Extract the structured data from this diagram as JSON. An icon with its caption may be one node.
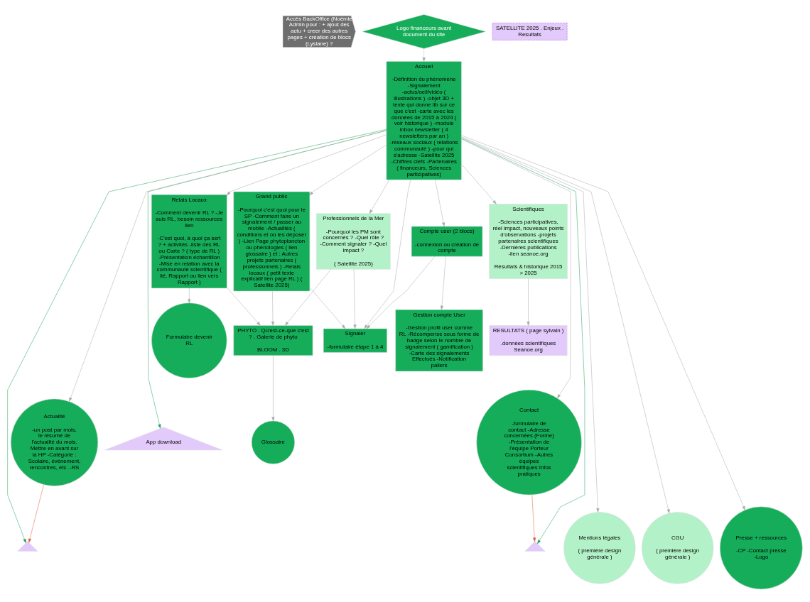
{
  "diagram": {
    "nodes": [
      {
        "text": [
          "Accès BackOffice (Noémie Admin pour : + ajout des actu + creer des autres pages + création de blocs (Lysiane) ?"
        ]
      },
      {
        "text": [
          "Logo financeurs avant document du site"
        ]
      },
      {
        "text": [],
        "shape": "triangle"
      },
      {
        "text": [],
        "shape": "triangle"
      },
      {
        "text": [
          "App download"
        ]
      },
      {
        "text": [
          "Accueil",
          "-Définition du phénomène -Signalement -actus/oeil/vidéo ( illustrations ) -objet 3D + texte qui donne lib sur ce que c'est -carte avec les données de 2015 à 2024 ( voir historique ) -module inbox newsletter ( 4 newsletters par an ) -réseaux sociaux ( relations communauté ) -pour qui s'adresse -Satellite 2025 -Chiffres clefs -Partenaires ( financeurs, Sciences participatives)"
        ]
      },
      {
        "text": [
          "Grand public",
          "-Pourquoi c'est quoi pour le SP -Comment faire un signalement / passer au mobile -Actualités ( conditions et où les déposer ) -Lien Page phytoplancton ou phénologies ( lien glossaire ) et : Autres projets partenaires ( professionnels ) -Relais locaux ( petit texte explicatif lien page RL ) ( Satellite 2025)"
        ]
      },
      {
        "text": [
          "Relais Locaux",
          "-Comment devenir RL ? -Je suis RL, besoin ressources lien",
          "-C'est quoi, à quoi ça sert ? + activités -liste des RL ou Carte ? ( type de RL ) -Présentation échantillon -Mise en relation avec la communauté scientifique ( lié, Rapport ou lien vers Rapport )"
        ]
      },
      {
        "text": [
          "Scientifiques",
          "-Sciences participatives, réel impact, nouveaux points d'observations -projets partenaires scientifiques -Dernières publications -lien seanoe.org",
          "Résultats & historique 2015 > 2025"
        ]
      },
      {
        "text": [
          "Professionnels de la Mer",
          "-Pourquoi les PM sont concernés ? -Quel rôle ? -Comment signaler ? -Quel impact ?",
          "( Satellite 2025)"
        ]
      },
      {
        "text": [
          "Actualité",
          "-un post par mois, le résumé de l'actualité du mois. Mettre en avant sur la HP -Catégorie : Scolaire, événement, rencontres, etc. -RS"
        ]
      },
      {
        "text": [
          "Contact",
          "-formulaire de contact -Adresse concernées (Forme) -Présentation de l'équipe Porteur Consortium -Autres équipes scientifiques Infos pratiques"
        ]
      },
      {
        "text": [
          "Mentions légales",
          "( première design générale )"
        ]
      },
      {
        "text": [
          "CGU",
          "( première design générale )"
        ]
      },
      {
        "text": [
          "Presse + ressources",
          "-CP -Contact presse -Logo"
        ]
      },
      {
        "text": [
          "Formulaire devenir RL"
        ]
      },
      {
        "text": [
          "Compte user (2 blocs)",
          "-connexion ou création de compte"
        ]
      },
      {
        "text": [
          "Signaler",
          "-formulaire étape 1 à 4"
        ]
      },
      {
        "text": [
          "Gestion compte User",
          "-Gestion profil user comme RL -Récompense sous forme de badge selon le nombre de signalement ( gamification ) -Carte des signalements Effectués -Notification paliers"
        ]
      },
      {
        "text": [
          "PHYTO . Qu'est-ce-que c'est ? . Galerie de phyto",
          "BLOOM . 3D"
        ]
      },
      {
        "text": [
          "Glossaire"
        ]
      },
      {
        "text": [
          "RESULTATS ( page sylvain )",
          ".données scientifiques Seanoe.org"
        ]
      },
      {
        "text": [
          "SATELLITE 2025 . Enjeux . Resultats"
        ]
      }
    ],
    "edges": [
      {
        "from": 1,
        "to": 5,
        "arrow": "to",
        "style": "dashed"
      },
      {
        "from": 5,
        "to": 2,
        "arrow": "to",
        "color": "#22a05a"
      },
      {
        "from": 5,
        "to": 3,
        "arrow": "to",
        "color": "#22a05a"
      },
      {
        "from": 5,
        "to": 4,
        "arrow": "to",
        "color": "#22a05a"
      },
      {
        "from": 10,
        "to": 2,
        "arrow": "to",
        "color": "#e0603a"
      },
      {
        "from": 11,
        "to": 3,
        "arrow": "to",
        "color": "#e0603a"
      },
      {
        "from": 5,
        "to": 6,
        "arrow": "to"
      },
      {
        "from": 5,
        "to": 7,
        "arrow": "to"
      },
      {
        "from": 5,
        "to": 8,
        "arrow": "to"
      },
      {
        "from": 5,
        "to": 9,
        "arrow": "to"
      },
      {
        "from": 5,
        "to": 10,
        "arrow": "to"
      },
      {
        "from": 5,
        "to": 11,
        "arrow": "to"
      },
      {
        "from": 5,
        "to": 12,
        "arrow": "to"
      },
      {
        "from": 5,
        "to": 13,
        "arrow": "to"
      },
      {
        "from": 5,
        "to": 14,
        "arrow": "to"
      },
      {
        "from": 5,
        "to": 16,
        "arrow": "to"
      },
      {
        "from": 5,
        "to": 17,
        "arrow": "to"
      },
      {
        "from": 6,
        "to": 17,
        "arrow": "to"
      },
      {
        "from": 16,
        "to": 17,
        "arrow": "to"
      },
      {
        "from": 16,
        "to": 18,
        "arrow": "to"
      },
      {
        "from": 9,
        "to": 17,
        "arrow": "to"
      },
      {
        "from": 7,
        "to": 15,
        "arrow": "to"
      },
      {
        "from": 6,
        "to": 19,
        "arrow": "to"
      },
      {
        "from": 7,
        "to": 19,
        "arrow": "to"
      },
      {
        "from": 8,
        "to": 21,
        "arrow": "to"
      },
      {
        "from": 9,
        "to": 19,
        "arrow": "to"
      },
      {
        "from": 19,
        "to": 20,
        "arrow": "to"
      }
    ]
  }
}
